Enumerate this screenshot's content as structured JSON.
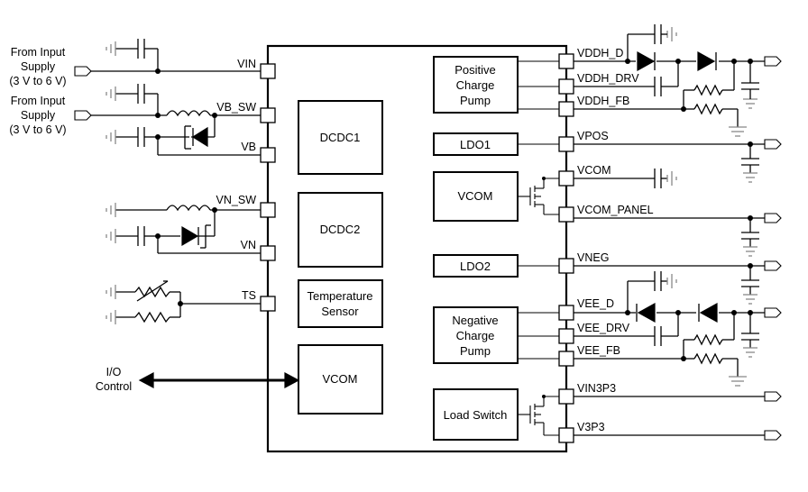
{
  "inputs": {
    "supply1": [
      "From Input",
      "Supply",
      "(3 V to 6 V)"
    ],
    "supply2": [
      "From Input",
      "Supply",
      "(3 V to 6 V)"
    ],
    "io": [
      "I/O",
      "Control"
    ]
  },
  "blocks": {
    "dcdc1": "DCDC1",
    "dcdc2": "DCDC2",
    "temp": [
      "Temperature",
      "Sensor"
    ],
    "vcom_left": "VCOM",
    "pos_pump": [
      "Positive",
      "Charge",
      "Pump"
    ],
    "ldo1": "LDO1",
    "vcom_right": "VCOM",
    "ldo2": "LDO2",
    "neg_pump": [
      "Negative",
      "Charge",
      "Pump"
    ],
    "load_switch": "Load Switch"
  },
  "pins_left": {
    "vin": "VIN",
    "vb_sw": "VB_SW",
    "vb": "VB",
    "vn_sw": "VN_SW",
    "vn": "VN",
    "ts": "TS"
  },
  "pins_right": {
    "vddh_d": "VDDH_D",
    "vddh_drv": "VDDH_DRV",
    "vddh_fb": "VDDH_FB",
    "vpos": "VPOS",
    "vcom": "VCOM",
    "vcom_panel": "VCOM_PANEL",
    "vneg": "VNEG",
    "vee_d": "VEE_D",
    "vee_drv": "VEE_DRV",
    "vee_fb": "VEE_FB",
    "vin3p3": "VIN3P3",
    "v3p3": "V3P3"
  }
}
